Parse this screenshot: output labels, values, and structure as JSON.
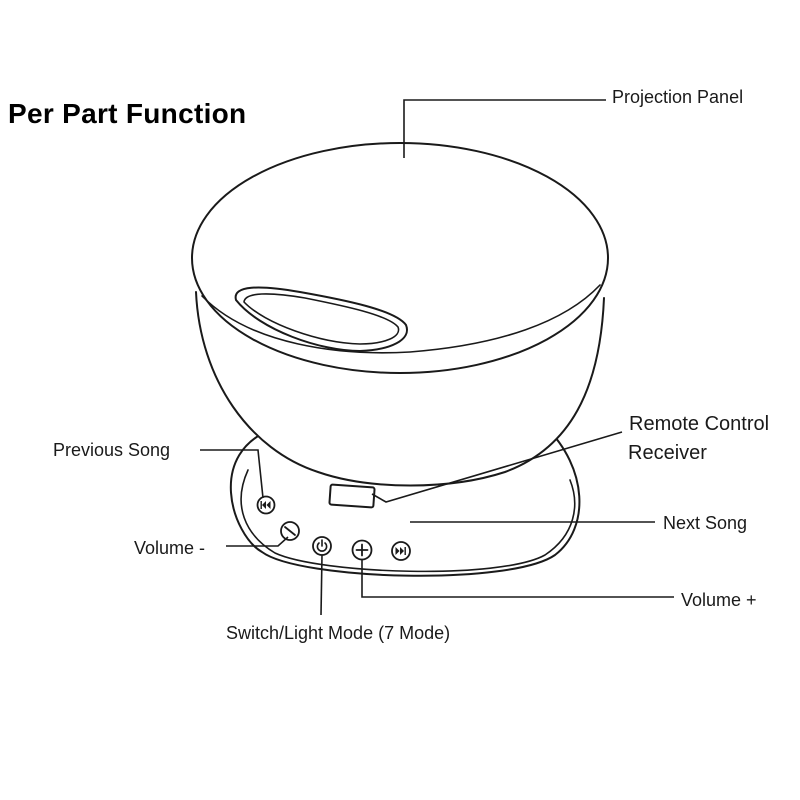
{
  "title": "Per Part Function",
  "labels": {
    "projection_panel": "Projection Panel",
    "remote_control_line1": "Remote Control",
    "remote_control_line2": "Receiver",
    "previous_song": "Previous Song",
    "next_song": "Next Song",
    "volume_minus": "Volume -",
    "volume_plus": "Volume +",
    "switch_light_mode": "Switch/Light Mode (7 Mode)"
  },
  "icons": {
    "previous_song": "previous-track-icon",
    "volume_minus": "minus-icon",
    "power": "power-icon",
    "volume_plus": "plus-icon",
    "next_song": "next-track-icon",
    "receiver": "ir-receiver-window"
  },
  "colors": {
    "line": "#1a1a1a",
    "background": "#ffffff"
  }
}
